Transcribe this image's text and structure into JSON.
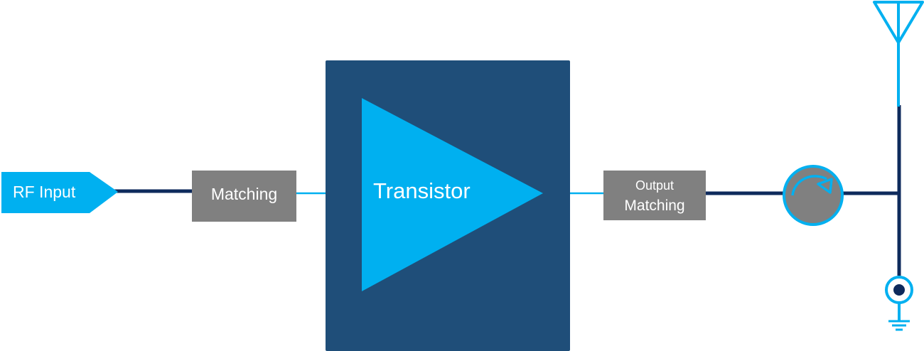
{
  "labels": {
    "rf_input": "RF Input",
    "matching": "Matching",
    "transistor": "Transistor",
    "output_matching_line1": "Output",
    "output_matching_line2": "Matching"
  },
  "icons": {
    "antenna": "antenna-icon",
    "circulator": "circulator-icon",
    "ground_termination": "coax-ground-icon"
  },
  "colors": {
    "background": "#ffffff",
    "signal_light": "#00b0f0",
    "wire_dark": "#0e2a5c",
    "transistor_box": "#1f4e79",
    "block_gray": "#808080",
    "label_text": "#ffffff"
  }
}
